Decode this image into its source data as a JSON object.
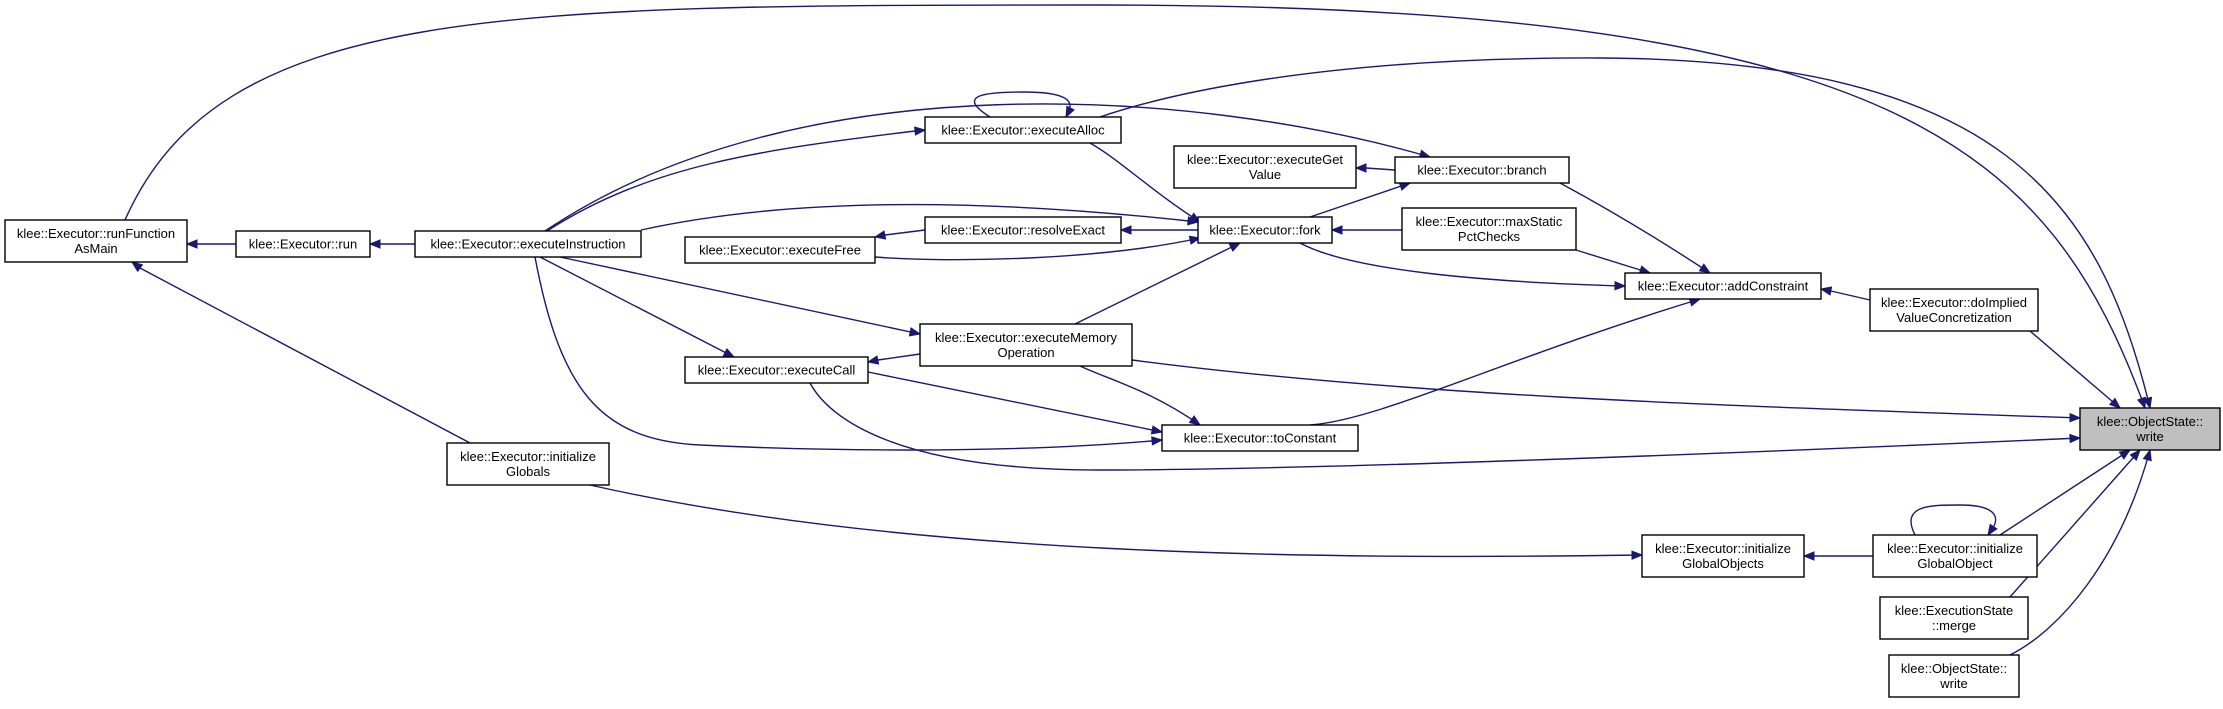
{
  "title": "",
  "colors": {
    "edge": "#191970",
    "node_border": "#000000",
    "node_fill": "#ffffff",
    "highlight_fill": "#bfbfbf"
  },
  "nodes": [
    {
      "id": "runFunctionAsMain",
      "lines": [
        "klee::Executor::runFunction",
        "AsMain"
      ]
    },
    {
      "id": "run",
      "lines": [
        "klee::Executor::run"
      ]
    },
    {
      "id": "executeInstruction",
      "lines": [
        "klee::Executor::executeInstruction"
      ]
    },
    {
      "id": "executeFree",
      "lines": [
        "klee::Executor::executeFree"
      ]
    },
    {
      "id": "executeCall",
      "lines": [
        "klee::Executor::executeCall"
      ]
    },
    {
      "id": "initializeGlobals",
      "lines": [
        "klee::Executor::initialize",
        "Globals"
      ]
    },
    {
      "id": "executeAlloc",
      "lines": [
        "klee::Executor::executeAlloc"
      ]
    },
    {
      "id": "resolveExact",
      "lines": [
        "klee::Executor::resolveExact"
      ]
    },
    {
      "id": "executeMemoryOperation",
      "lines": [
        "klee::Executor::executeMemory",
        "Operation"
      ]
    },
    {
      "id": "executeGetValue",
      "lines": [
        "klee::Executor::executeGet",
        "Value"
      ]
    },
    {
      "id": "fork",
      "lines": [
        "klee::Executor::fork"
      ]
    },
    {
      "id": "toConstant",
      "lines": [
        "klee::Executor::toConstant"
      ]
    },
    {
      "id": "branch",
      "lines": [
        "klee::Executor::branch"
      ]
    },
    {
      "id": "maxStaticPctChecks",
      "lines": [
        "klee::Executor::maxStatic",
        "PctChecks"
      ]
    },
    {
      "id": "addConstraint",
      "lines": [
        "klee::Executor::addConstraint"
      ]
    },
    {
      "id": "initializeGlobalObjects",
      "lines": [
        "klee::Executor::initialize",
        "GlobalObjects"
      ]
    },
    {
      "id": "doImpliedValueConcretization",
      "lines": [
        "klee::Executor::doImplied",
        "ValueConcretization"
      ]
    },
    {
      "id": "initializeGlobalObject",
      "lines": [
        "klee::Executor::initialize",
        "GlobalObject"
      ]
    },
    {
      "id": "merge",
      "lines": [
        "klee::ExecutionState",
        "::merge"
      ]
    },
    {
      "id": "objectStateWrite2",
      "lines": [
        "klee::ObjectState::",
        "write"
      ]
    },
    {
      "id": "objectStateWrite",
      "lines": [
        "klee::ObjectState::",
        "write"
      ],
      "highlight": true
    }
  ],
  "edges": [
    {
      "from": "run",
      "to": "runFunctionAsMain"
    },
    {
      "from": "executeInstruction",
      "to": "run"
    },
    {
      "from": "initializeGlobals",
      "to": "runFunctionAsMain"
    },
    {
      "from": "executeAlloc",
      "to": "executeInstruction"
    },
    {
      "from": "executeAlloc",
      "to": "executeAlloc"
    },
    {
      "from": "executeCall",
      "to": "executeInstruction"
    },
    {
      "from": "executeMemoryOperation",
      "to": "executeInstruction"
    },
    {
      "from": "executeMemoryOperation",
      "to": "executeCall"
    },
    {
      "from": "resolveExact",
      "to": "executeFree"
    },
    {
      "from": "fork",
      "to": "executeAlloc"
    },
    {
      "from": "fork",
      "to": "executeInstruction"
    },
    {
      "from": "fork",
      "to": "resolveExact"
    },
    {
      "from": "fork",
      "to": "executeFree"
    },
    {
      "from": "fork",
      "to": "executeMemoryOperation"
    },
    {
      "from": "toConstant",
      "to": "executeInstruction"
    },
    {
      "from": "toConstant",
      "to": "executeCall"
    },
    {
      "from": "toConstant",
      "to": "executeMemoryOperation"
    },
    {
      "from": "branch",
      "to": "executeInstruction"
    },
    {
      "from": "branch",
      "to": "executeGetValue"
    },
    {
      "from": "branch",
      "to": "fork"
    },
    {
      "from": "maxStaticPctChecks",
      "to": "fork"
    },
    {
      "from": "addConstraint",
      "to": "fork"
    },
    {
      "from": "addConstraint",
      "to": "branch"
    },
    {
      "from": "addConstraint",
      "to": "maxStaticPctChecks"
    },
    {
      "from": "addConstraint",
      "to": "toConstant"
    },
    {
      "from": "doImpliedValueConcretization",
      "to": "addConstraint"
    },
    {
      "from": "initializeGlobalObjects",
      "to": "initializeGlobals"
    },
    {
      "from": "initializeGlobalObject",
      "to": "initializeGlobalObjects"
    },
    {
      "from": "initializeGlobalObject",
      "to": "initializeGlobalObject"
    },
    {
      "from": "objectStateWrite",
      "to": "runFunctionAsMain"
    },
    {
      "from": "objectStateWrite",
      "to": "executeAlloc"
    },
    {
      "from": "objectStateWrite",
      "to": "executeMemoryOperation"
    },
    {
      "from": "objectStateWrite",
      "to": "executeCall"
    },
    {
      "from": "objectStateWrite",
      "to": "doImpliedValueConcretization"
    },
    {
      "from": "objectStateWrite",
      "to": "initializeGlobalObject"
    },
    {
      "from": "objectStateWrite",
      "to": "merge"
    },
    {
      "from": "objectStateWrite",
      "to": "objectStateWrite2"
    }
  ]
}
